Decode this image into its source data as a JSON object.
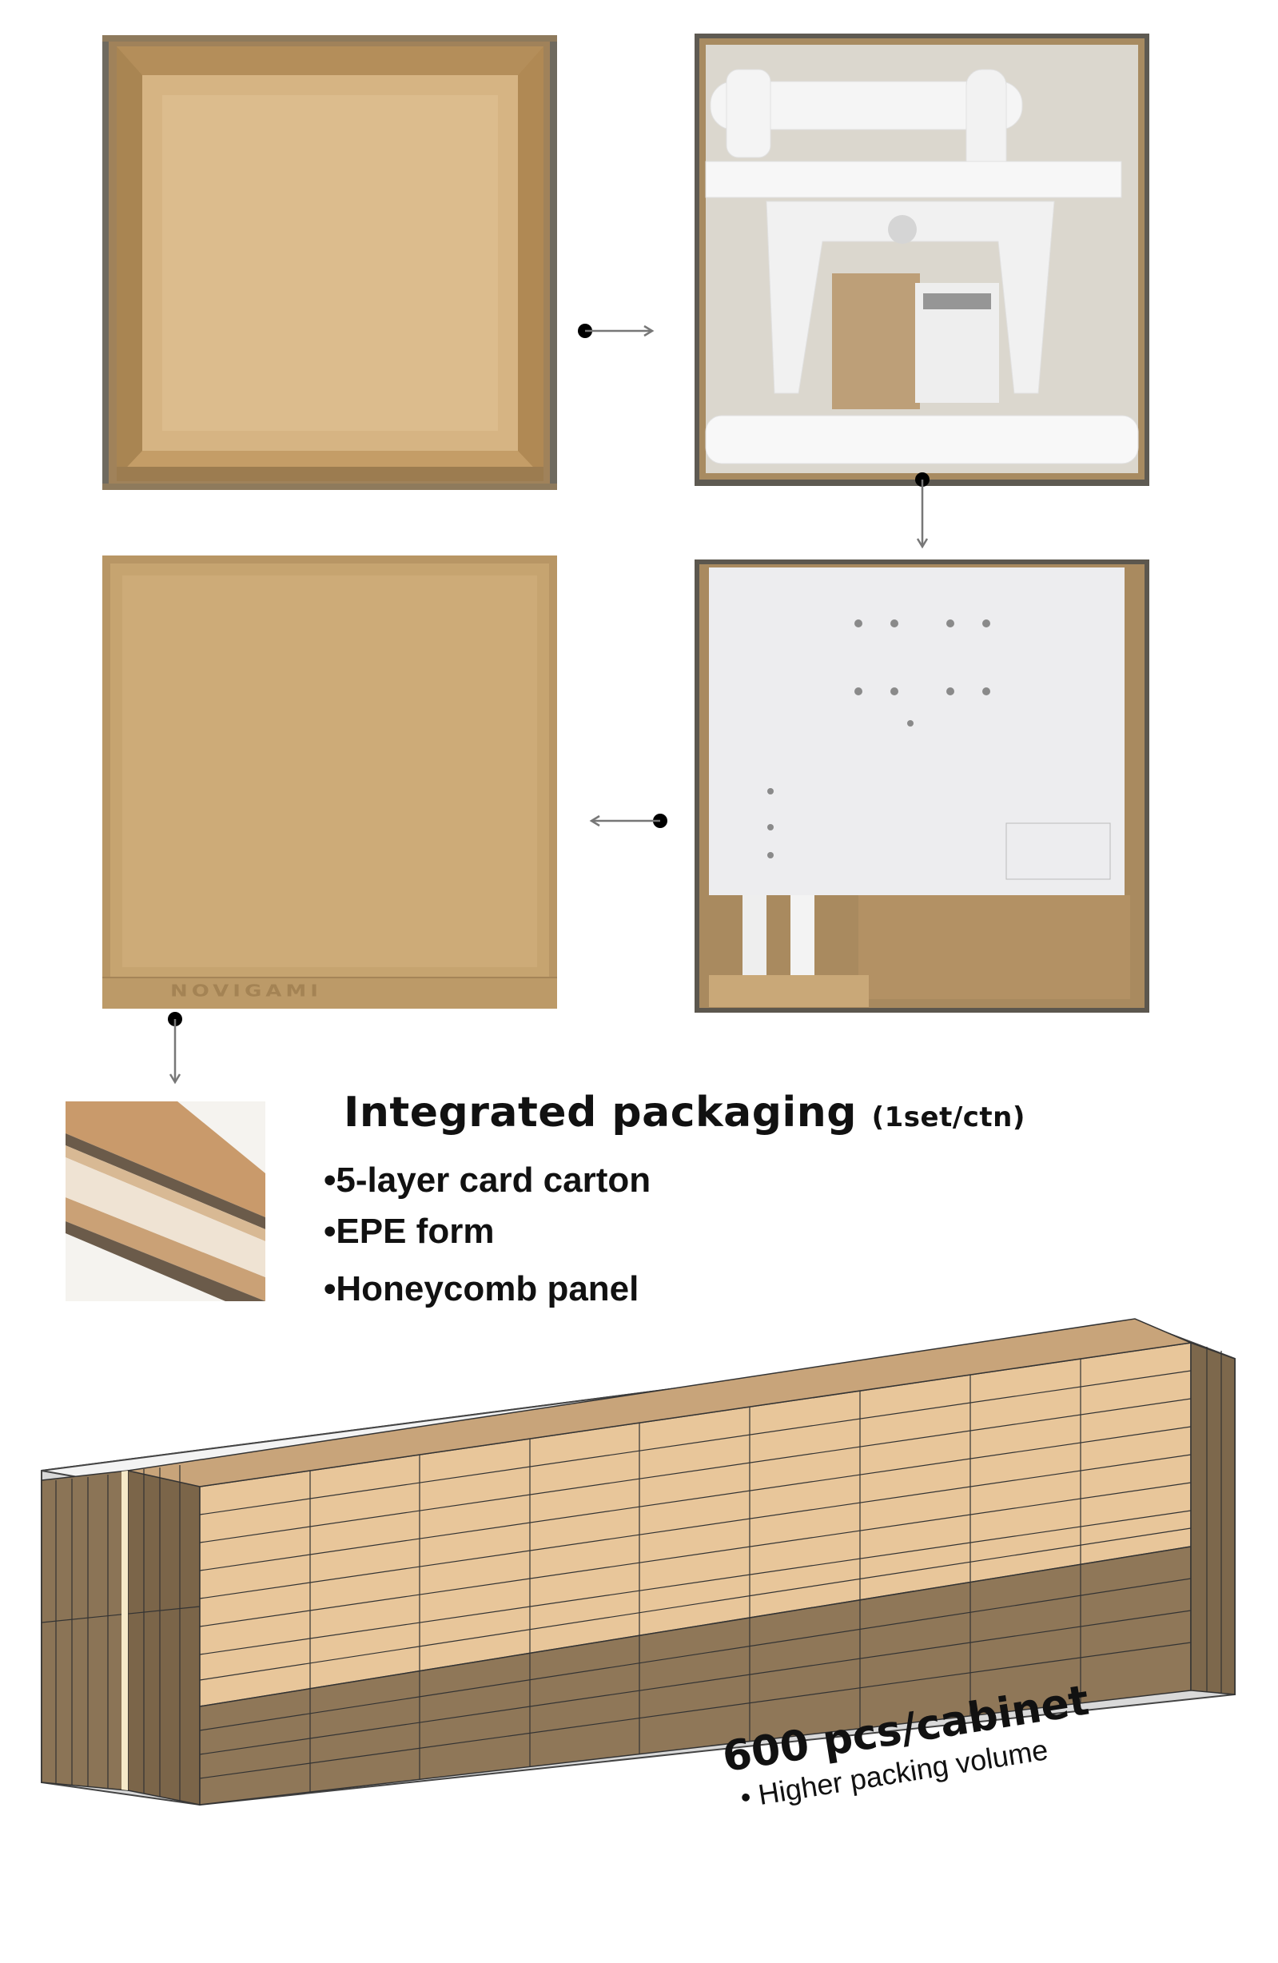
{
  "steps": [
    {
      "name": "empty-carton",
      "description": "Empty carton with honeycomb panels"
    },
    {
      "name": "epe-foam-layer",
      "description": "Frame packed in EPE foam"
    },
    {
      "name": "desktop-panel-layer",
      "description": "Desktop panel wrapped in film"
    },
    {
      "name": "sealed-carton",
      "description": "Sealed carton"
    }
  ],
  "product_marking": "NOVIGAMI",
  "packaging": {
    "title": "Integrated packaging",
    "subtitle": "(1set/ctn)",
    "bullets": [
      "•5-layer card carton",
      "•EPE form",
      "•Honeycomb panel"
    ]
  },
  "capacity": {
    "headline": "600 pcs/cabinet",
    "note": "• Higher packing volume"
  },
  "colors": {
    "cardboard": "#c9a36f",
    "cardboard_dark": "#8f7350",
    "foam": "#f2f2f2",
    "container_box_light": "#e8c69a",
    "container_box_dark": "#8b7456"
  }
}
